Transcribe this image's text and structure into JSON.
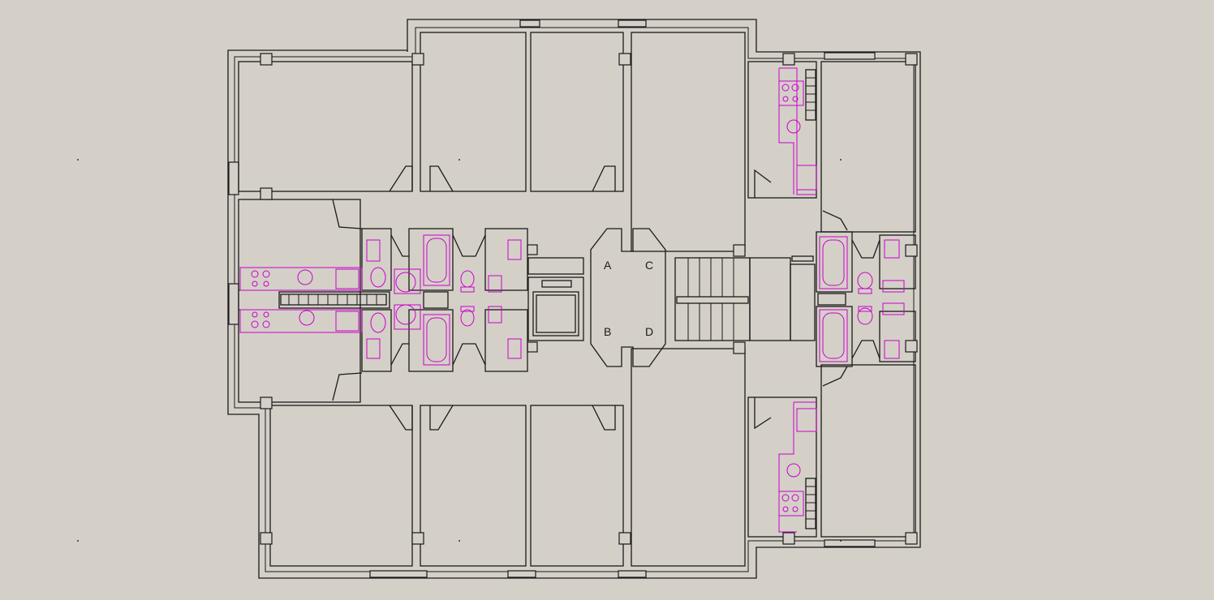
{
  "plan": {
    "background": "#d4d0c8",
    "wall_color": "#1a1a1a",
    "fixture_color": "#cc00cc",
    "core_labels": [
      "A",
      "C",
      "B",
      "D"
    ]
  }
}
